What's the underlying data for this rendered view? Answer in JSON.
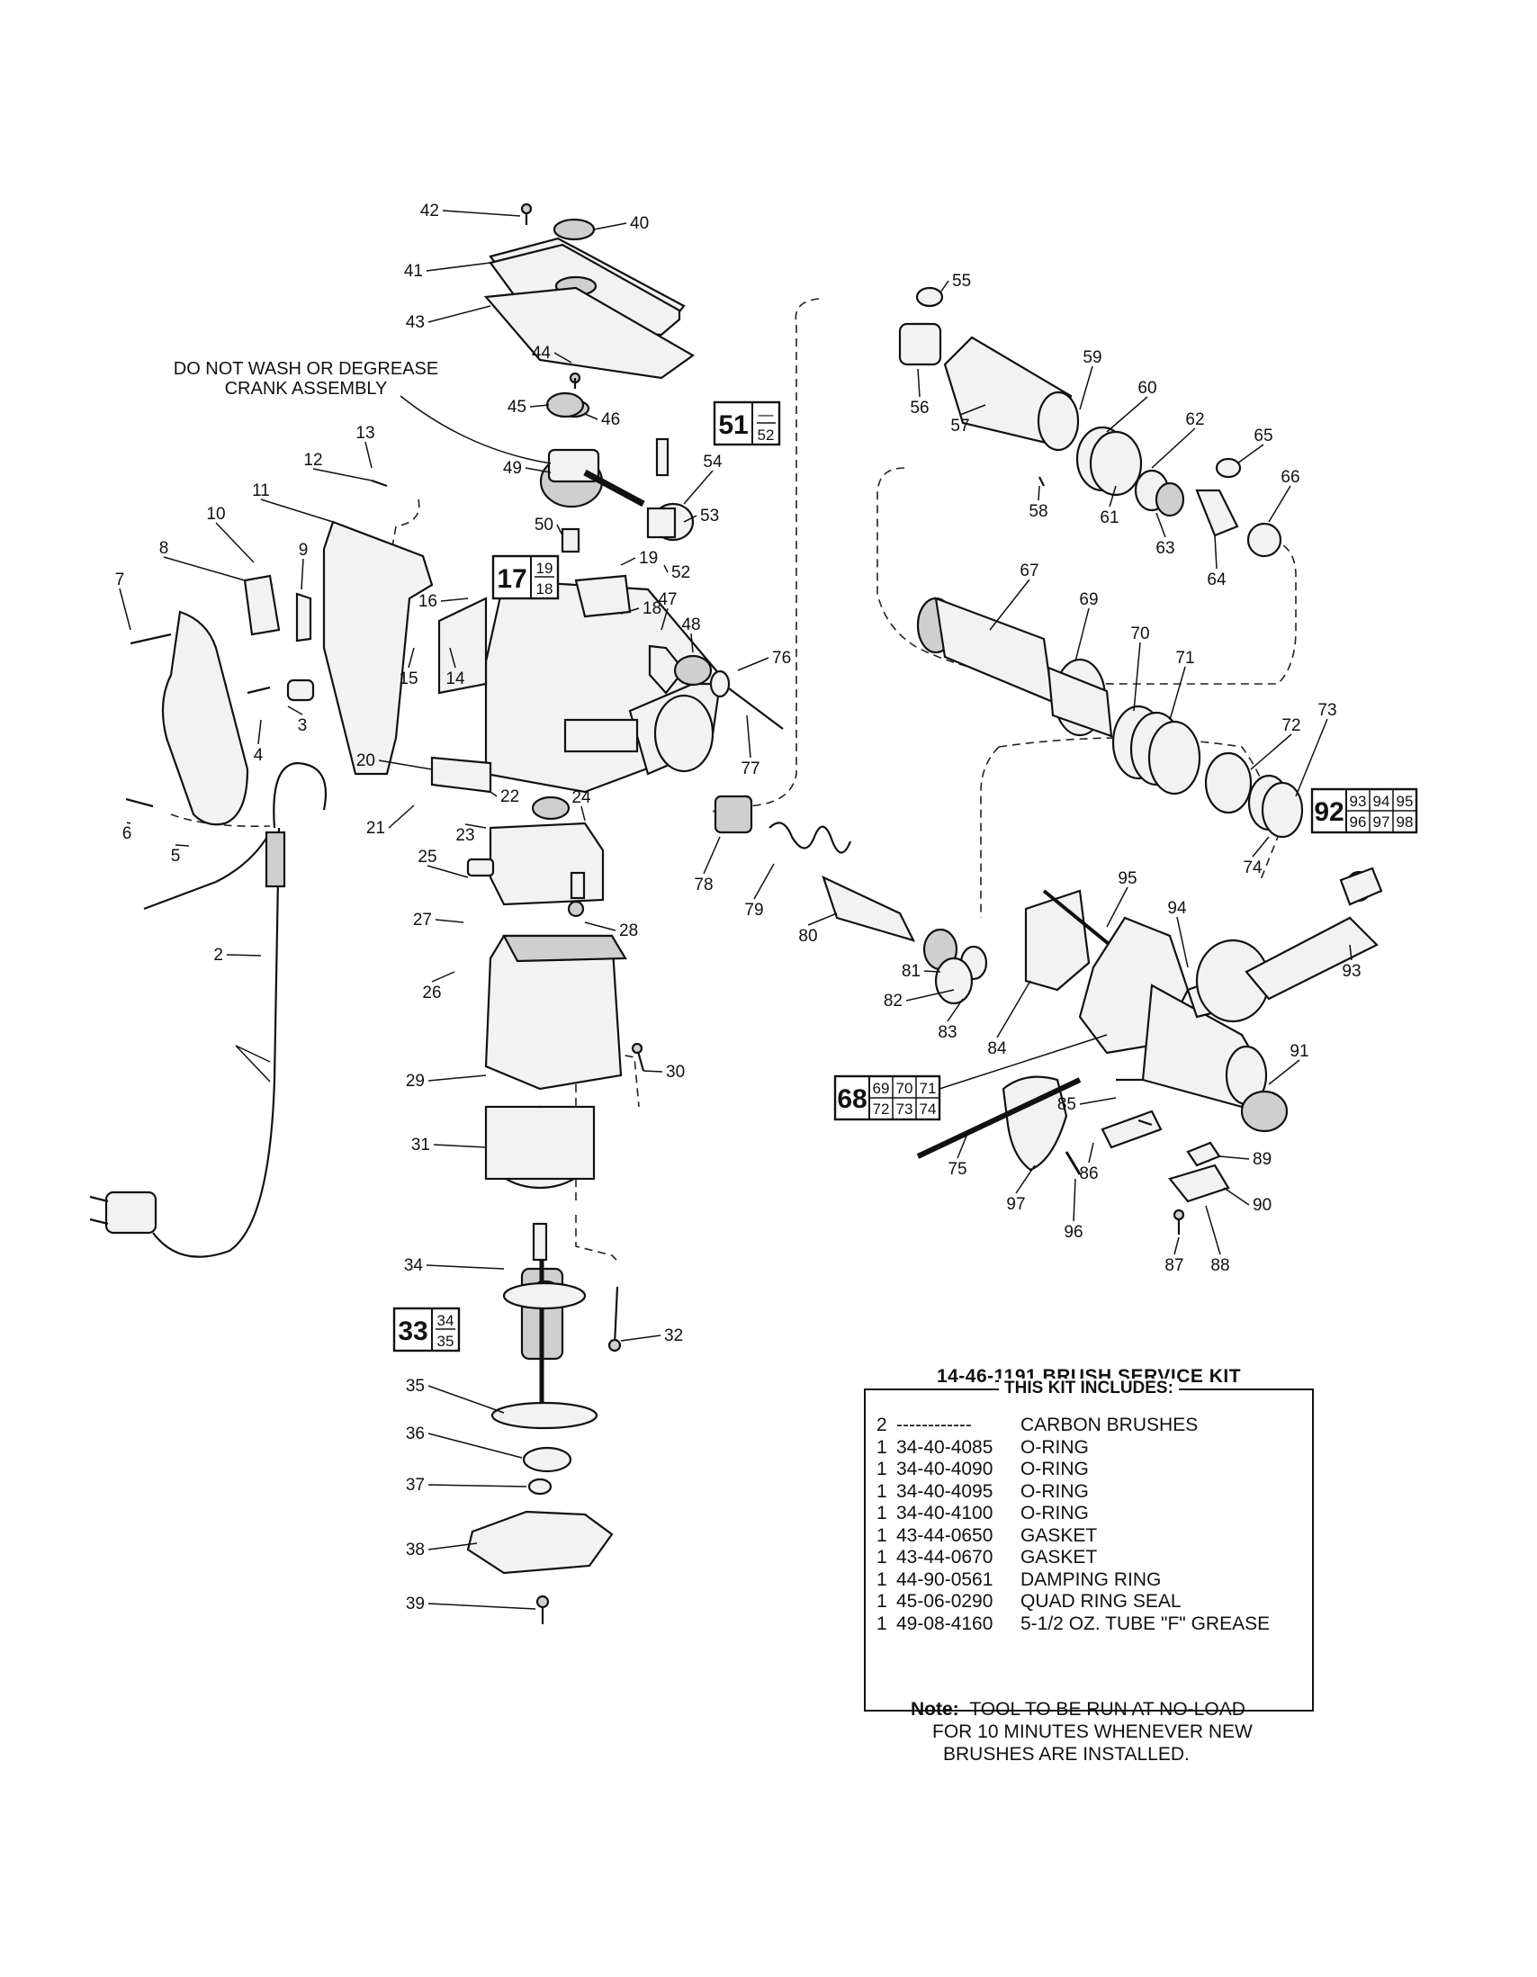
{
  "warning": {
    "line1": "DO NOT WASH OR DEGREASE",
    "line2": "CRANK ASSEMBLY"
  },
  "callouts": [
    "2",
    "3",
    "4",
    "5",
    "6",
    "7",
    "8",
    "9",
    "10",
    "11",
    "12",
    "13",
    "14",
    "15",
    "16",
    "18",
    "19",
    "20",
    "21",
    "22",
    "23",
    "24",
    "25",
    "26",
    "27",
    "28",
    "29",
    "30",
    "31",
    "32",
    "34",
    "35",
    "36",
    "37",
    "38",
    "39",
    "40",
    "41",
    "42",
    "43",
    "44",
    "45",
    "46",
    "47",
    "48",
    "49",
    "50",
    "52",
    "53",
    "54",
    "55",
    "56",
    "57",
    "58",
    "59",
    "60",
    "61",
    "62",
    "63",
    "64",
    "65",
    "66",
    "67",
    "69",
    "70",
    "71",
    "72",
    "73",
    "74",
    "75",
    "76",
    "77",
    "78",
    "79",
    "80",
    "81",
    "82",
    "83",
    "84",
    "85",
    "86",
    "87",
    "88",
    "89",
    "90",
    "91",
    "93",
    "94",
    "95",
    "96",
    "97"
  ],
  "assembly_boxes": {
    "b51": {
      "main": "51",
      "top": "—",
      "bottom": "52"
    },
    "b17": {
      "main": "17",
      "top": "19",
      "bottom": "18"
    },
    "b33": {
      "main": "33",
      "top": "34",
      "bottom": "35"
    },
    "b92": {
      "main": "92",
      "r1": [
        "93",
        "94",
        "95"
      ],
      "r2": [
        "96",
        "97",
        "98"
      ]
    },
    "b68": {
      "main": "68",
      "r1": [
        "69",
        "70",
        "71"
      ],
      "r2": [
        "72",
        "73",
        "74"
      ]
    }
  },
  "service_kit": {
    "title": "14-46-1191 BRUSH SERVICE KIT",
    "subtitle": "THIS KIT INCLUDES:",
    "rows": [
      {
        "qty": "2",
        "part": "------------",
        "desc": "CARBON BRUSHES"
      },
      {
        "qty": "1",
        "part": "34-40-4085",
        "desc": "O-RING"
      },
      {
        "qty": "1",
        "part": "34-40-4090",
        "desc": "O-RING"
      },
      {
        "qty": "1",
        "part": "34-40-4095",
        "desc": "O-RING"
      },
      {
        "qty": "1",
        "part": "34-40-4100",
        "desc": "O-RING"
      },
      {
        "qty": "1",
        "part": "43-44-0650",
        "desc": "GASKET"
      },
      {
        "qty": "1",
        "part": "43-44-0670",
        "desc": "GASKET"
      },
      {
        "qty": "1",
        "part": "44-90-0561",
        "desc": "DAMPING RING"
      },
      {
        "qty": "1",
        "part": "45-06-0290",
        "desc": "QUAD RING SEAL"
      },
      {
        "qty": "1",
        "part": "49-08-4160",
        "desc": "5-1/2 OZ. TUBE \"F\" GREASE"
      }
    ]
  },
  "note": {
    "label": "Note:",
    "line1": "TOOL TO BE RUN AT NO-LOAD",
    "line2": "FOR 10 MINUTES WHENEVER NEW",
    "line3": "BRUSHES ARE INSTALLED."
  }
}
